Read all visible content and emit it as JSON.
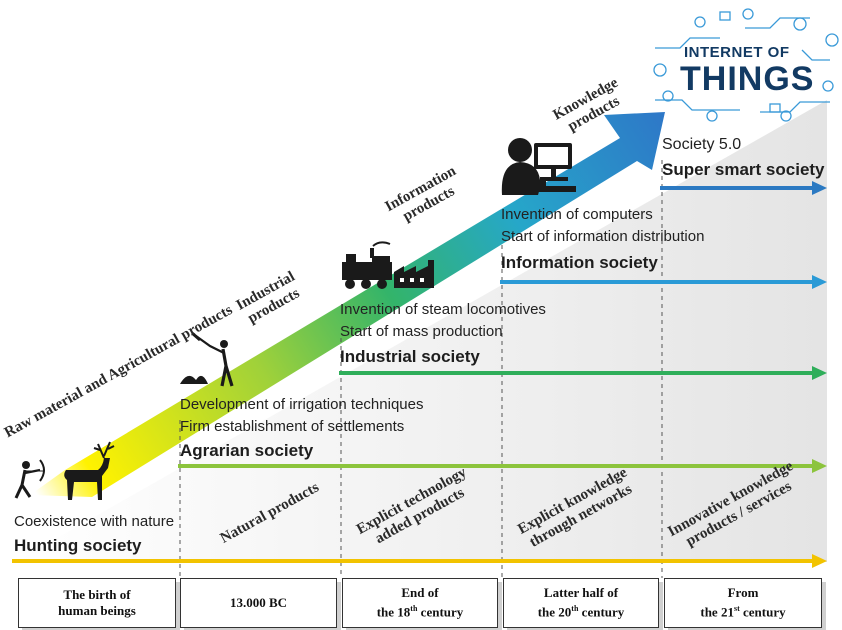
{
  "logo": {
    "line1": "INTERNET OF",
    "line2": "THINGS"
  },
  "societies": [
    {
      "name": "Hunting society",
      "descriptions": [
        "Coexistence with nature"
      ],
      "product": "Raw material and Agricultural products",
      "color": "#f2c300"
    },
    {
      "name": "Agrarian society",
      "descriptions": [
        "Development of irrigation techniques",
        "Firm establishment of settlements"
      ],
      "product": "Industrial products",
      "color": "#8cc43c"
    },
    {
      "name": "Industrial society",
      "descriptions": [
        "Invention of steam locomotives",
        "Start of mass production"
      ],
      "product": "Information products",
      "color": "#2fae5a"
    },
    {
      "name": "Information society",
      "descriptions": [
        "Invention of computers",
        "Start of information distribution"
      ],
      "product": "Knowledge products",
      "color": "#2a9ad6"
    },
    {
      "name": "Super smart society",
      "prefix": "Society 5.0",
      "color": "#2b79c2"
    }
  ],
  "baseline_products": [
    "Natural products",
    "Explicit technology added products",
    "Explicit knowledge through networks",
    "Innovative knowledge products / services"
  ],
  "eras": [
    {
      "line1": "The birth of",
      "line2": "human beings"
    },
    {
      "line1": "13.000 BC",
      "line2": ""
    },
    {
      "line1": "End of",
      "line2_main": "the 18",
      "line2_sup": "th",
      "line2_end": " century"
    },
    {
      "line1": "Latter half of",
      "line2_main": "the 20",
      "line2_sup": "th",
      "line2_end": " century"
    },
    {
      "line1": "From",
      "line2_main": "the 21",
      "line2_sup": "st",
      "line2_end": " century"
    }
  ],
  "colors": {
    "arrow_start": "#fff200",
    "arrow_mid": "#33b46a",
    "arrow_end": "#2e77c8",
    "background_wedge": "#e9e9e9",
    "icons": "#1a1a1a"
  }
}
